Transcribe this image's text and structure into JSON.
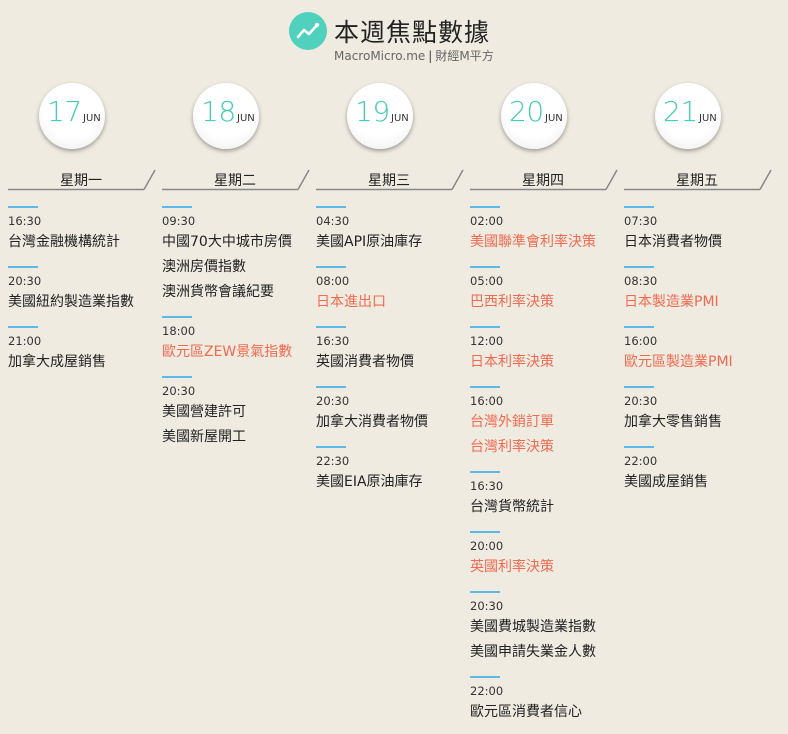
{
  "header": {
    "title": "本週焦點數據",
    "brand": "MacroMicro.me",
    "brand_sep": "|",
    "brand_sub": "財經M平方",
    "logo_icon": "trend-chart-icon"
  },
  "colors": {
    "accent_teal": "#44cdb4",
    "rule_blue": "#5bb8e8",
    "highlight_red": "#f06a50",
    "background": "#efebe1"
  },
  "days": [
    {
      "day": "17",
      "month": "JUN",
      "weekday": "星期一",
      "events": [
        {
          "time": "16:30",
          "items": [
            {
              "text": "台灣金融機構統計",
              "highlight": false
            }
          ]
        },
        {
          "time": "20:30",
          "items": [
            {
              "text": "美國紐約製造業指數",
              "highlight": false
            }
          ]
        },
        {
          "time": "21:00",
          "items": [
            {
              "text": "加拿大成屋銷售",
              "highlight": false
            }
          ]
        }
      ]
    },
    {
      "day": "18",
      "month": "JUN",
      "weekday": "星期二",
      "events": [
        {
          "time": "09:30",
          "items": [
            {
              "text": "中國70大中城市房價",
              "highlight": false
            },
            {
              "text": "澳洲房價指數",
              "highlight": false
            },
            {
              "text": "澳洲貨幣會議紀要",
              "highlight": false
            }
          ]
        },
        {
          "time": "18:00",
          "items": [
            {
              "text": "歐元區ZEW景氣指數",
              "highlight": true
            }
          ]
        },
        {
          "time": "20:30",
          "items": [
            {
              "text": "美國營建許可",
              "highlight": false
            },
            {
              "text": "美國新屋開工",
              "highlight": false
            }
          ]
        }
      ]
    },
    {
      "day": "19",
      "month": "JUN",
      "weekday": "星期三",
      "events": [
        {
          "time": "04:30",
          "items": [
            {
              "text": "美國API原油庫存",
              "highlight": false
            }
          ]
        },
        {
          "time": "08:00",
          "items": [
            {
              "text": "日本進出口",
              "highlight": true
            }
          ]
        },
        {
          "time": "16:30",
          "items": [
            {
              "text": "英國消費者物價",
              "highlight": false
            }
          ]
        },
        {
          "time": "20:30",
          "items": [
            {
              "text": "加拿大消費者物價",
              "highlight": false
            }
          ]
        },
        {
          "time": "22:30",
          "items": [
            {
              "text": "美國EIA原油庫存",
              "highlight": false
            }
          ]
        }
      ]
    },
    {
      "day": "20",
      "month": "JUN",
      "weekday": "星期四",
      "events": [
        {
          "time": "02:00",
          "items": [
            {
              "text": "美國聯準會利率決策",
              "highlight": true
            }
          ]
        },
        {
          "time": "05:00",
          "items": [
            {
              "text": "巴西利率決策",
              "highlight": true
            }
          ]
        },
        {
          "time": "12:00",
          "items": [
            {
              "text": "日本利率決策",
              "highlight": true
            }
          ]
        },
        {
          "time": "16:00",
          "items": [
            {
              "text": "台灣外銷訂單",
              "highlight": true
            },
            {
              "text": "台灣利率決策",
              "highlight": true
            }
          ]
        },
        {
          "time": "16:30",
          "items": [
            {
              "text": "台灣貨幣統計",
              "highlight": false
            }
          ]
        },
        {
          "time": "20:00",
          "items": [
            {
              "text": "英國利率決策",
              "highlight": true
            }
          ]
        },
        {
          "time": "20:30",
          "items": [
            {
              "text": "美國費城製造業指數",
              "highlight": false
            },
            {
              "text": "美國申請失業金人數",
              "highlight": false
            }
          ]
        },
        {
          "time": "22:00",
          "items": [
            {
              "text": "歐元區消費者信心",
              "highlight": false
            }
          ]
        }
      ]
    },
    {
      "day": "21",
      "month": "JUN",
      "weekday": "星期五",
      "events": [
        {
          "time": "07:30",
          "items": [
            {
              "text": "日本消費者物價",
              "highlight": false
            }
          ]
        },
        {
          "time": "08:30",
          "items": [
            {
              "text": "日本製造業PMI",
              "highlight": true
            }
          ]
        },
        {
          "time": "16:00",
          "items": [
            {
              "text": "歐元區製造業PMI",
              "highlight": true
            }
          ]
        },
        {
          "time": "20:30",
          "items": [
            {
              "text": "加拿大零售銷售",
              "highlight": false
            }
          ]
        },
        {
          "time": "22:00",
          "items": [
            {
              "text": "美國成屋銷售",
              "highlight": false
            }
          ]
        }
      ]
    }
  ]
}
